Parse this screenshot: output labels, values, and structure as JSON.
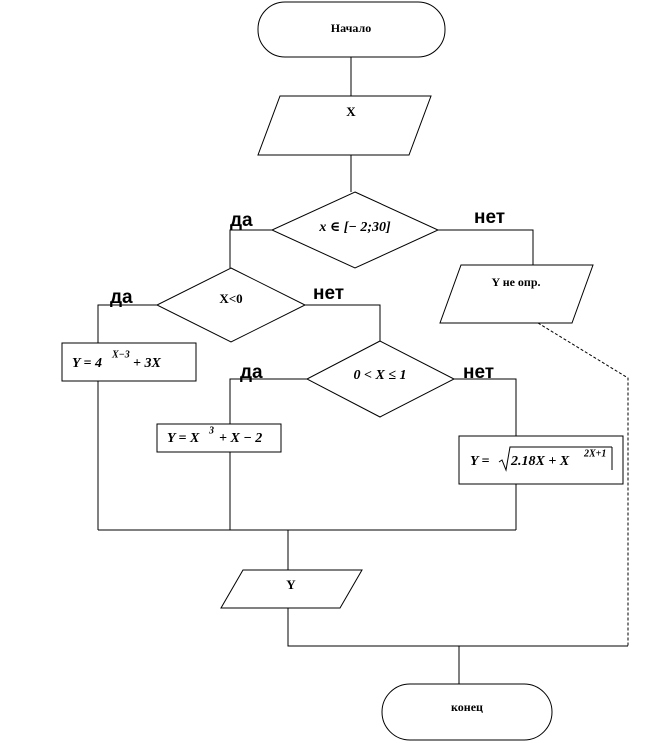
{
  "nodes": {
    "start": "Начало",
    "input_x": "X",
    "range_check": "x ∈ [− 2;30]",
    "undefined_out": "Y не опр.",
    "neg_check": "X<0",
    "formula1": "Y = 4X−3 + 3X",
    "mid_check": "0 < X ≤ 1",
    "formula2": "Y = X3 + X − 2",
    "formula3": "Y = √2.18X + X2X+1",
    "output_y": "Y",
    "end": "конец"
  },
  "labels": {
    "yes": "да",
    "no": "нет"
  }
}
